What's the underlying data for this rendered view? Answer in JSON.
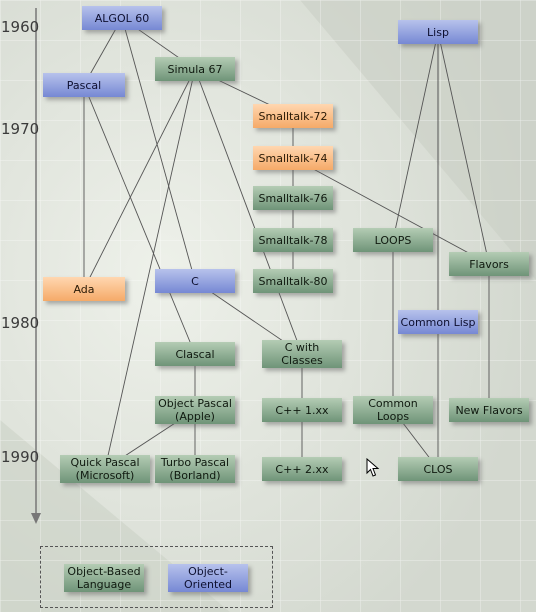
{
  "years": [
    "1960",
    "1970",
    "1980",
    "1990"
  ],
  "nodes": {
    "algol60": {
      "label": "ALGOL 60",
      "kind": "blue"
    },
    "lisp": {
      "label": "Lisp",
      "kind": "blue"
    },
    "pascal": {
      "label": "Pascal",
      "kind": "blue"
    },
    "simula67": {
      "label": "Simula 67",
      "kind": "green"
    },
    "smalltalk72": {
      "label": "Smalltalk-72",
      "kind": "orange"
    },
    "smalltalk74": {
      "label": "Smalltalk-74",
      "kind": "orange"
    },
    "smalltalk76": {
      "label": "Smalltalk-76",
      "kind": "green"
    },
    "smalltalk78": {
      "label": "Smalltalk-78",
      "kind": "green"
    },
    "smalltalk80": {
      "label": "Smalltalk-80",
      "kind": "green"
    },
    "loops": {
      "label": "LOOPS",
      "kind": "green"
    },
    "flavors": {
      "label": "Flavors",
      "kind": "green"
    },
    "ada": {
      "label": "Ada",
      "kind": "orange"
    },
    "c": {
      "label": "C",
      "kind": "blue"
    },
    "commonlisp": {
      "label": "Common Lisp",
      "kind": "blue"
    },
    "clascal": {
      "label": "Clascal",
      "kind": "green"
    },
    "cwithclasses": {
      "label": "C with\nClasses",
      "kind": "green"
    },
    "objectpascal": {
      "label": "Object Pascal\n(Apple)",
      "kind": "green"
    },
    "cpp1": {
      "label": "C++ 1.xx",
      "kind": "green"
    },
    "commonloops": {
      "label": "Common\nLoops",
      "kind": "green"
    },
    "newflavors": {
      "label": "New  Flavors",
      "kind": "green"
    },
    "quickpascal": {
      "label": "Quick Pascal\n(Microsoft)",
      "kind": "green"
    },
    "turbopascal": {
      "label": "Turbo Pascal\n(Borland)",
      "kind": "green"
    },
    "cpp2": {
      "label": "C++ 2.xx",
      "kind": "green"
    },
    "clos": {
      "label": "CLOS",
      "kind": "green"
    }
  },
  "edges": [
    [
      "algol60",
      "pascal"
    ],
    [
      "algol60",
      "simula67"
    ],
    [
      "algol60",
      "c"
    ],
    [
      "pascal",
      "ada"
    ],
    [
      "pascal",
      "clascal"
    ],
    [
      "simula67",
      "smalltalk72"
    ],
    [
      "simula67",
      "ada"
    ],
    [
      "simula67",
      "quickpascal"
    ],
    [
      "simula67",
      "cwithclasses"
    ],
    [
      "smalltalk72",
      "smalltalk74"
    ],
    [
      "smalltalk74",
      "smalltalk76"
    ],
    [
      "smalltalk74",
      "flavors"
    ],
    [
      "smalltalk76",
      "smalltalk78"
    ],
    [
      "smalltalk78",
      "smalltalk80"
    ],
    [
      "lisp",
      "loops"
    ],
    [
      "lisp",
      "flavors"
    ],
    [
      "lisp",
      "commonlisp"
    ],
    [
      "lisp",
      "clos"
    ],
    [
      "loops",
      "commonloops"
    ],
    [
      "flavors",
      "newflavors"
    ],
    [
      "c",
      "cwithclasses"
    ],
    [
      "cwithclasses",
      "cpp1"
    ],
    [
      "cpp1",
      "cpp2"
    ],
    [
      "clascal",
      "objectpascal"
    ],
    [
      "objectpascal",
      "quickpascal"
    ],
    [
      "objectpascal",
      "turbopascal"
    ],
    [
      "commonloops",
      "clos"
    ]
  ],
  "legend": {
    "object_based": "Object-Based\nLanguage",
    "object_oriented": "Object-\nOriented"
  }
}
